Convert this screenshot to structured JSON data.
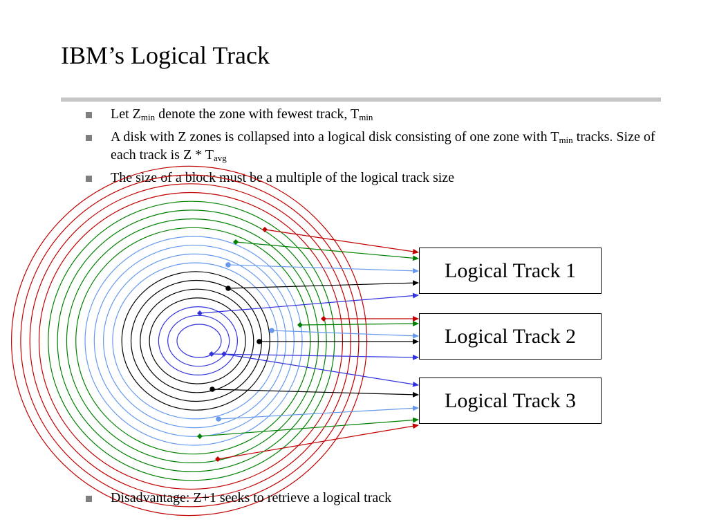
{
  "title": "IBM’s Logical Track",
  "bullets_top": [
    {
      "parts": [
        {
          "t": "Let Z"
        },
        {
          "t": "min",
          "sub": true
        },
        {
          "t": " denote the zone with fewest track, T"
        },
        {
          "t": "min",
          "sub": true
        }
      ]
    },
    {
      "parts": [
        {
          "t": "A disk with Z zones is collapsed into a logical disk consisting of one zone with T"
        },
        {
          "t": "min",
          "sub": true
        },
        {
          "t": " tracks.  Size of each track is Z * T"
        },
        {
          "t": "avg",
          "sub": true
        }
      ]
    },
    {
      "parts": [
        {
          "t": "The size of a block must be a multiple of the logical track size"
        }
      ]
    }
  ],
  "bullets_bottom": [
    {
      "parts": [
        {
          "t": "Disadvantage:  Z+1 seeks to retrieve a logical track"
        }
      ]
    }
  ],
  "logical_tracks": [
    "Logical Track 1",
    "Logical Track 2",
    "Logical Track 3"
  ],
  "zones": [
    {
      "name": "red",
      "color": "#c00000",
      "tracks": 4,
      "dot_shape": "diamond"
    },
    {
      "name": "green",
      "color": "#008000",
      "tracks": 4,
      "dot_shape": "diamond"
    },
    {
      "name": "light-blue",
      "color": "#6699ee",
      "tracks": 4,
      "dot_shape": "circle"
    },
    {
      "name": "black",
      "color": "#000000",
      "tracks": 4,
      "dot_shape": "circle"
    },
    {
      "name": "blue",
      "color": "#3333dd",
      "tracks": 3,
      "dot_shape": "diamond"
    }
  ],
  "colors": {
    "bullet_marker": "#7f7f7f",
    "divider": "#c6c6c6",
    "arrow_default": "#000000"
  },
  "track_assignments": {
    "Logical Track 1": [
      "red",
      "green",
      "light-blue",
      "black",
      "blue"
    ],
    "Logical Track 2": [
      "red",
      "green",
      "light-blue",
      "black",
      "blue"
    ],
    "Logical Track 3": [
      "blue",
      "black",
      "light-blue",
      "green",
      "red"
    ]
  }
}
